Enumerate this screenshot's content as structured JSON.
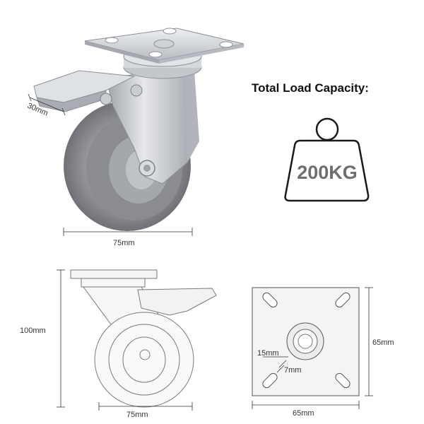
{
  "load": {
    "heading": "Total Load Capacity:",
    "weight_label": "200KG",
    "weight_icon": "kettlebell-weight-icon"
  },
  "product_photo": {
    "brake_width": "30mm",
    "wheel_diameter": "75mm"
  },
  "side_view": {
    "height": "100mm",
    "wheel_diameter": "75mm"
  },
  "top_plate_view": {
    "plate_height": "65mm",
    "plate_width": "65mm",
    "slot_length": "15mm",
    "slot_width": "7mm"
  },
  "colors": {
    "wheel_gray": "#8d8f94",
    "metal": "#c9ccd1",
    "line": "#333333",
    "weight_text": "#6e6e6e"
  }
}
